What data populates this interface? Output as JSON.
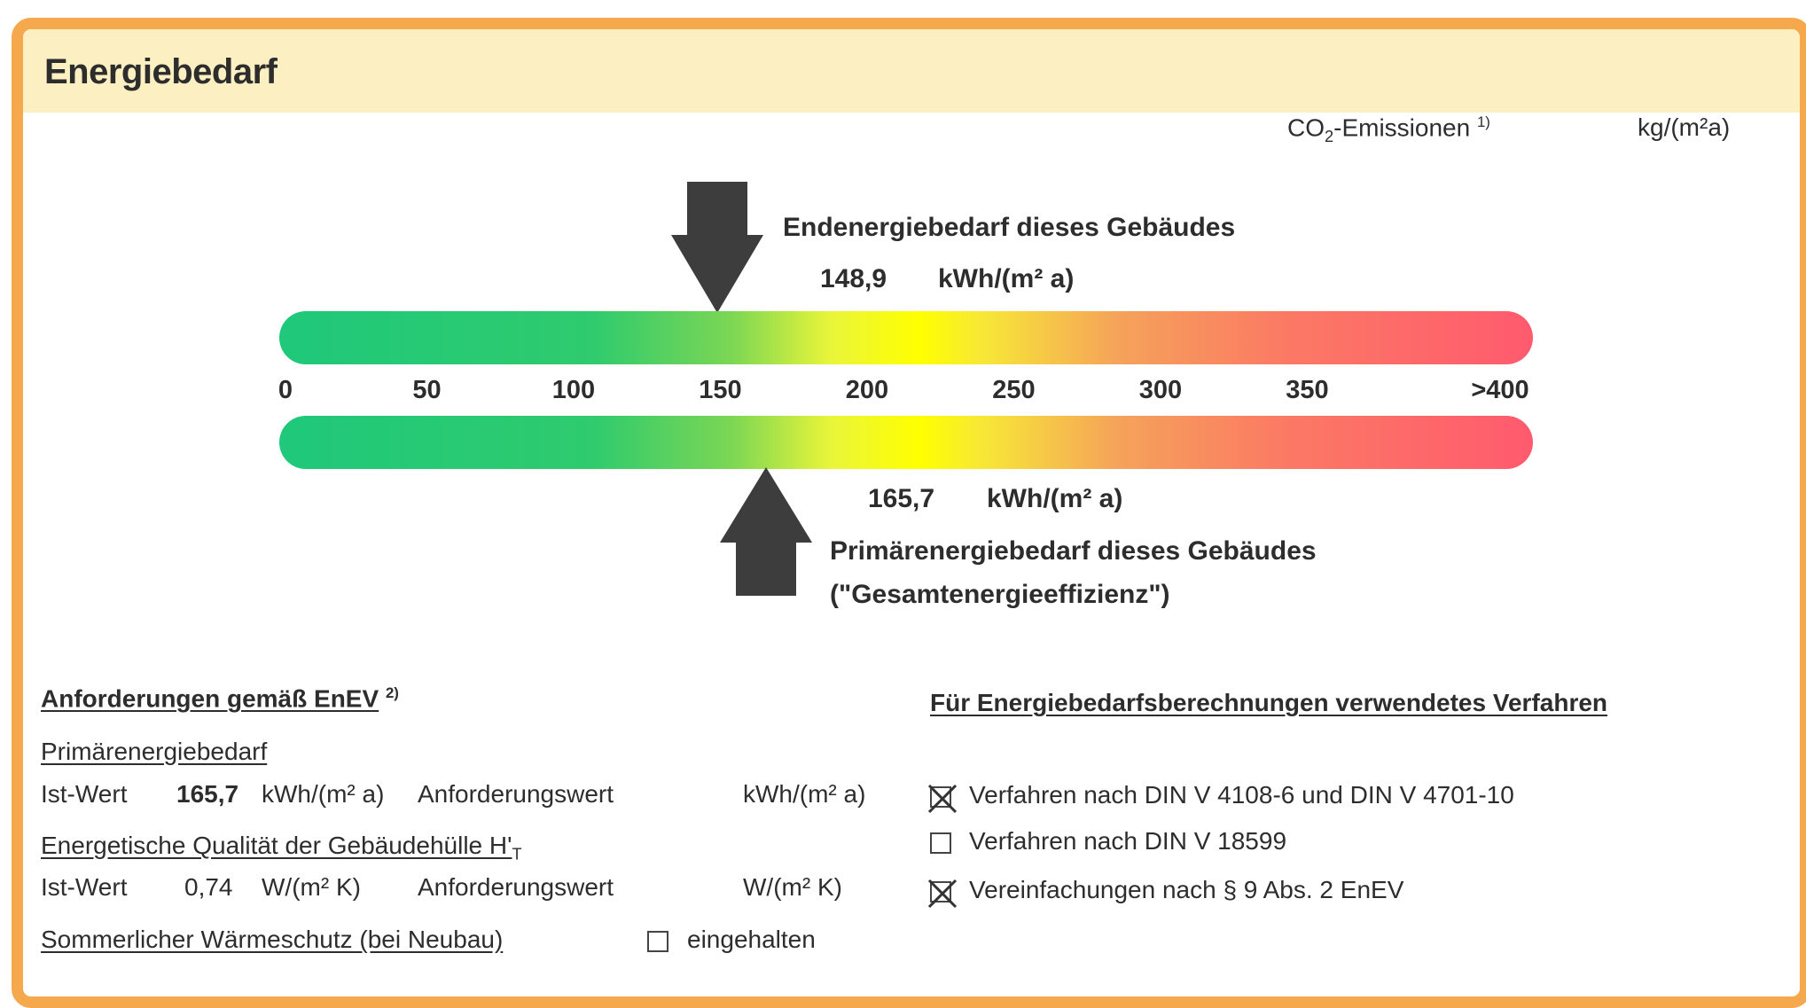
{
  "title": "Energiebedarf",
  "co2": {
    "label_pre": "CO",
    "label_sub": "2",
    "label_post": "-Emissionen",
    "footnote": "1)",
    "value": "",
    "unit": "kg/(m²a)"
  },
  "colors": {
    "border": "#f6a84c",
    "header_bg": "#fcf0c2",
    "green": "#1fc87a",
    "yellow": "#ffff00",
    "red": "#ff5a6e"
  },
  "scale": {
    "ticks": [
      "0",
      "50",
      "100",
      "150",
      "200",
      "250",
      "300",
      "350",
      ">400"
    ],
    "min": 0,
    "max": 400
  },
  "endenergie": {
    "label": "Endenergiebedarf dieses Gebäudes",
    "value": "148,9",
    "value_num": 148.9,
    "unit": "kWh/(m² a)"
  },
  "primaerenergie": {
    "label": "Primärenergiebedarf dieses Gebäudes",
    "label2": "(\"Gesamtenergieeffizienz\")",
    "value": "165,7",
    "value_num": 165.7,
    "unit": "kWh/(m² a)"
  },
  "requirements": {
    "heading": "Anforderungen gemäß EnEV",
    "footnote": "2)",
    "primary": {
      "heading": "Primärenergiebedarf",
      "ist_label": "Ist-Wert",
      "ist_value": "165,7",
      "ist_unit": "kWh/(m² a)",
      "req_label": "Anforderungswert",
      "req_unit": "kWh/(m² a)"
    },
    "envelope": {
      "heading": "Energetische Qualität der Gebäudehülle H'",
      "heading_sub": "T",
      "ist_label": "Ist-Wert",
      "ist_value": "0,74",
      "ist_unit": "W/(m² K)",
      "req_label": "Anforderungswert",
      "req_unit": "W/(m² K)"
    },
    "summer": {
      "heading": "Sommerlicher Wärmeschutz (bei Neubau)",
      "checkbox_label": "eingehalten",
      "checked": false
    }
  },
  "methods": {
    "heading": "Für Energiebedarfsberechnungen verwendetes Verfahren",
    "items": [
      {
        "label": "Verfahren nach DIN V 4108-6 und DIN V 4701-10",
        "checked": true
      },
      {
        "label": "Verfahren nach DIN V 18599",
        "checked": false
      },
      {
        "label": "Vereinfachungen nach § 9 Abs. 2 EnEV",
        "checked": true
      }
    ]
  }
}
